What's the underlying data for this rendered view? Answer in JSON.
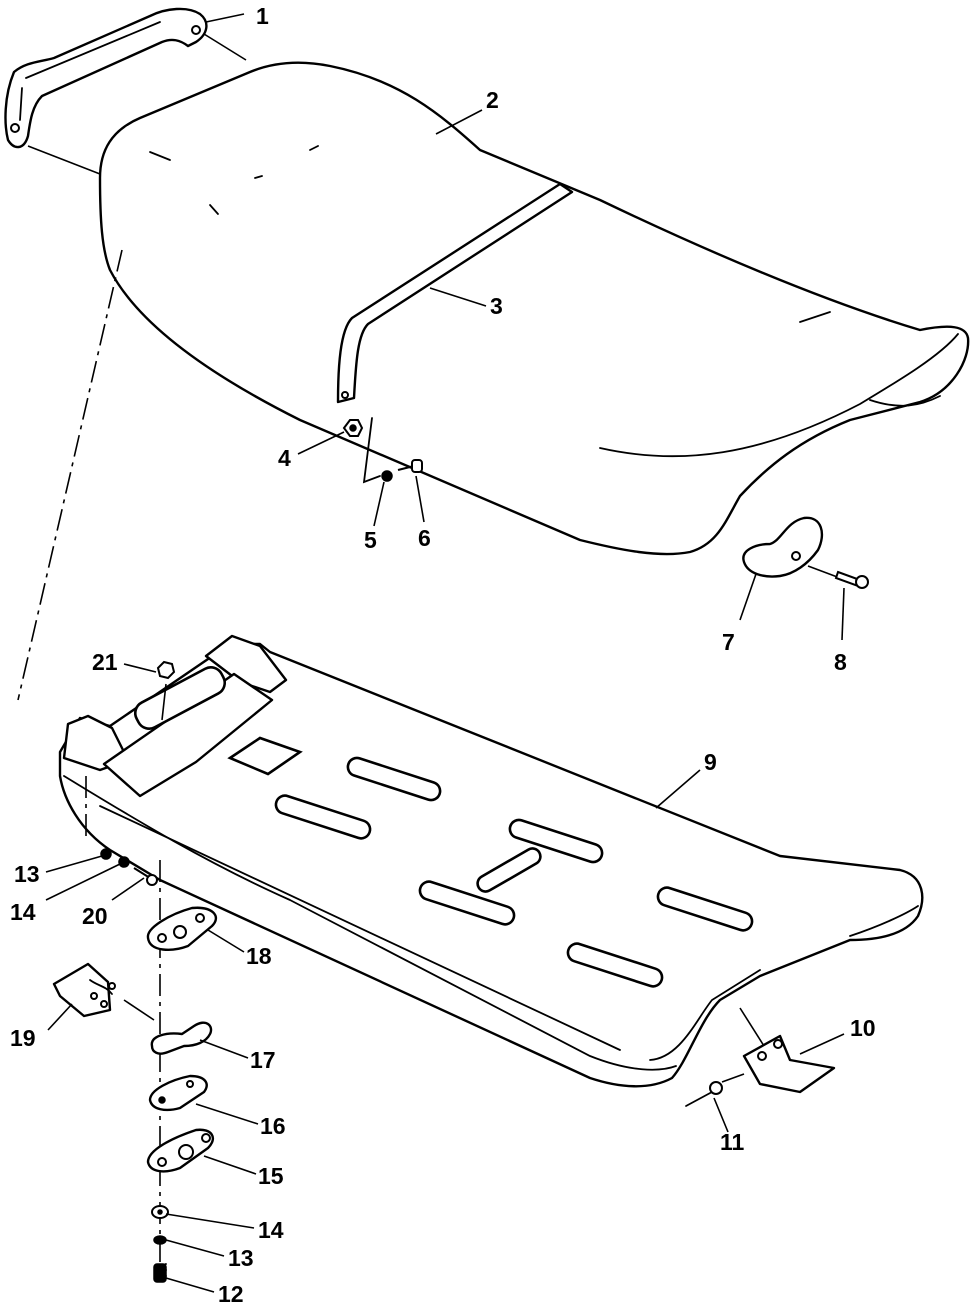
{
  "callouts": [
    "1",
    "2",
    "3",
    "4",
    "5",
    "6",
    "7",
    "8",
    "9",
    "10",
    "11",
    "12",
    "13",
    "14",
    "15",
    "16",
    "17",
    "18",
    "19",
    "20",
    "21",
    "13",
    "14"
  ]
}
